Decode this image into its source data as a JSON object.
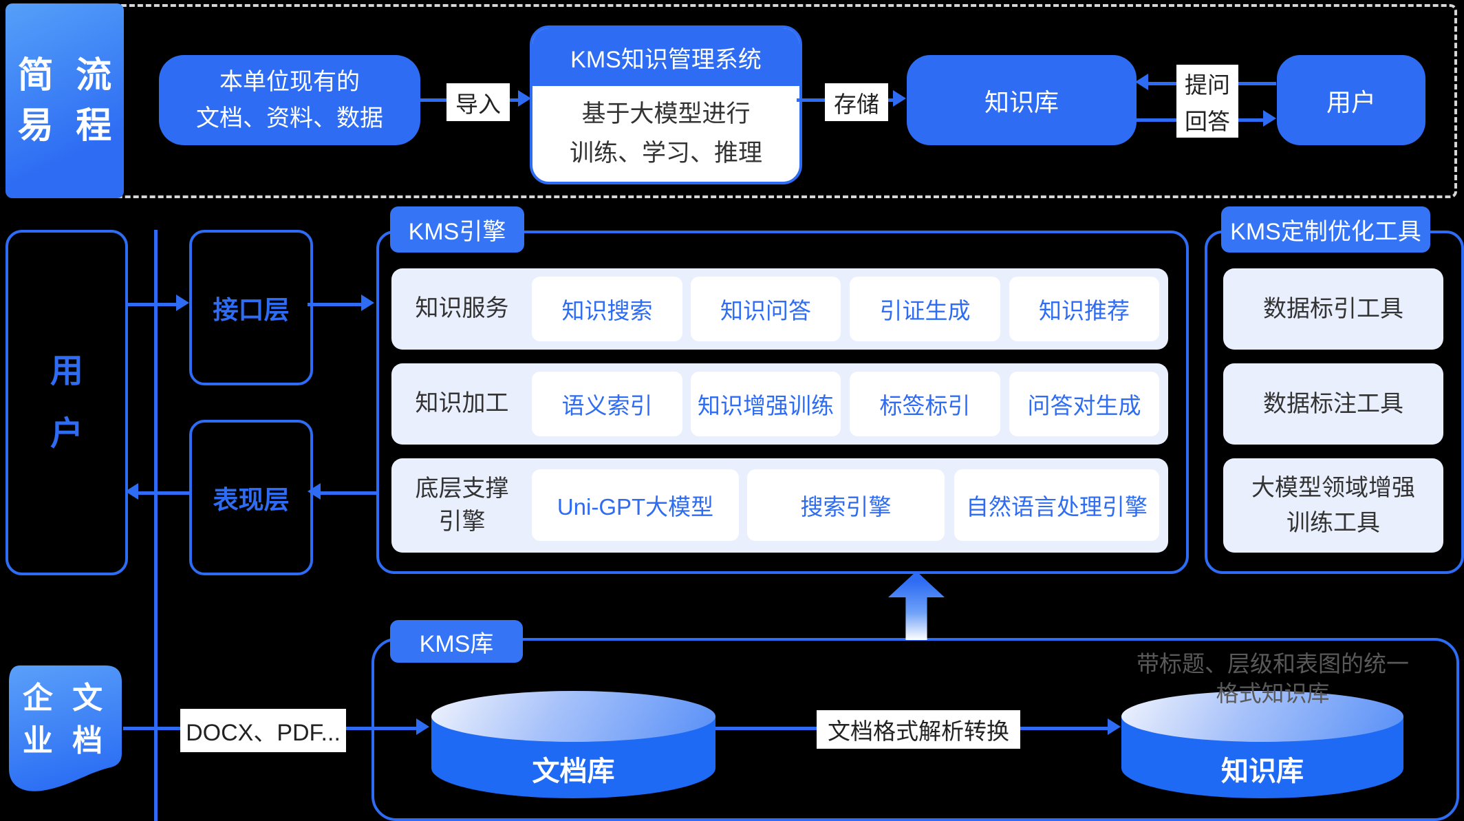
{
  "colors": {
    "primary_blue": "#2e6cf3",
    "tag_blue": "#3474f5",
    "cylinder_blue": "#1e6af5",
    "row_bg": "#e9effc",
    "dark_text": "#333333",
    "note_gray": "#595959",
    "dashed_border": "#d6d6d6",
    "background": "#000000"
  },
  "top": {
    "side_label_col1": "简易",
    "side_label_col2": "流程",
    "source_line1": "本单位现有的",
    "source_line2": "文档、资料、数据",
    "import_label": "导入",
    "kms_title": "KMS知识管理系统",
    "kms_body_line1": "基于大模型进行",
    "kms_body_line2": "训练、学习、推理",
    "store_label": "存储",
    "kb_label": "知识库",
    "ask_label": "提问",
    "answer_label": "回答",
    "user_label": "用户"
  },
  "middle": {
    "user_label": "用户",
    "interface_label": "接口层",
    "presentation_label": "表现层",
    "engine_tag": "KMS引擎",
    "rows": [
      {
        "label1": "知识服务",
        "label2": "",
        "chips": [
          "知识搜索",
          "知识问答",
          "引证生成",
          "知识推荐"
        ]
      },
      {
        "label1": "知识加工",
        "label2": "",
        "chips": [
          "语义索引",
          "知识增强训练",
          "标签标引",
          "问答对生成"
        ]
      },
      {
        "label1": "底层支撑",
        "label2": "引擎",
        "chips": [
          "Uni-GPT大模型",
          "搜索引擎",
          "自然语言处理引擎"
        ]
      }
    ],
    "tools_tag": "KMS定制优化工具",
    "tools": [
      {
        "line1": "数据标引工具",
        "line2": ""
      },
      {
        "line1": "数据标注工具",
        "line2": ""
      },
      {
        "line1": "大模型领域增强",
        "line2": "训练工具"
      }
    ]
  },
  "bottom": {
    "lib_tag": "KMS库",
    "doc_col1": "企业",
    "doc_col2": "文档",
    "formats_label": "DOCX、PDF...",
    "doc_store_label": "文档库",
    "convert_label": "文档格式解析转换",
    "kb_store_label": "知识库",
    "note_line1": "带标题、层级和表图的统一",
    "note_line2": "格式知识库"
  }
}
